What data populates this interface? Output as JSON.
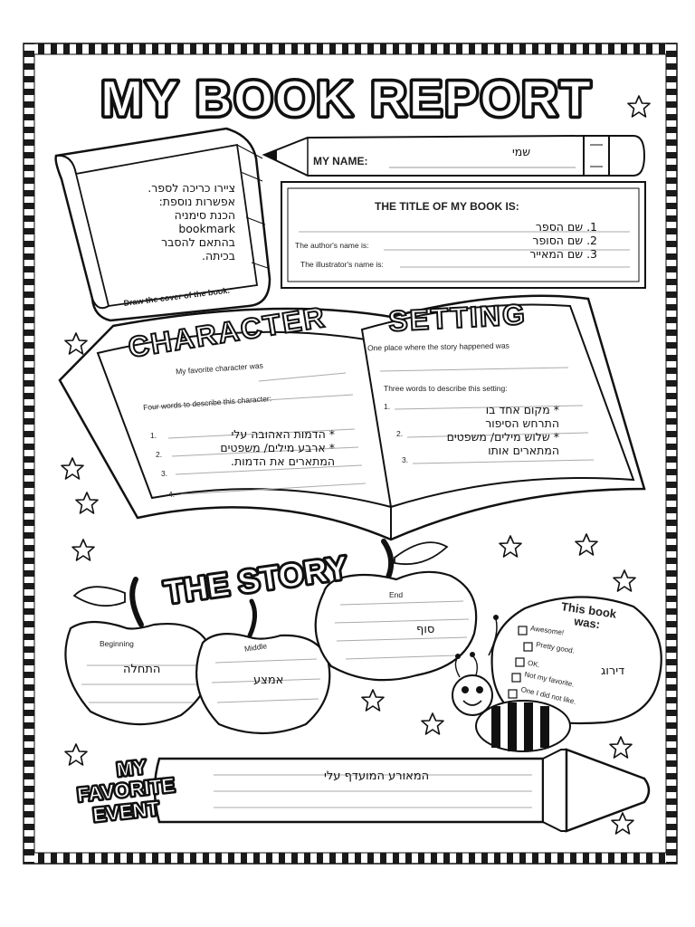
{
  "title": "MY BOOK REPORT",
  "name_section": {
    "label": "MY NAME:",
    "value": "שמי"
  },
  "cover": {
    "caption": "Draw the cover of the book.",
    "note_lines": [
      "ציירו כריכה לספר.",
      "אפשרות נוספת:",
      "הכנת סימניה",
      "bookmark",
      "בהתאם להסבר",
      "בכיתה."
    ]
  },
  "title_box": {
    "heading": "THE TITLE OF MY BOOK IS:",
    "author_label": "The author's name is:",
    "illustrator_label": "The illustrator's name is:",
    "answers": [
      "1.  שם הספר",
      "2.  שם הסופר",
      "3.  שם המאייר"
    ]
  },
  "character": {
    "heading": "CHARACTER",
    "fav_label": "My favorite character was",
    "words_label": "Four words to describe this character:",
    "numbers": [
      "1.",
      "2.",
      "3.",
      "4."
    ],
    "answer_lines": [
      "* הדמות האהובה עלי",
      "* ארבע מילים/ משפטים",
      "המתארים את הדמות."
    ]
  },
  "setting": {
    "heading": "SETTING",
    "place_label": "One place where the story happened was",
    "words_label": "Three words to describe this setting:",
    "numbers": [
      "1.",
      "2.",
      "3."
    ],
    "answer_lines": [
      "* מקום אחד בו",
      "התרחש הסיפור",
      "* שלוש מילים/ משפטים",
      "המתארים אותו"
    ]
  },
  "story": {
    "heading": "THE STORY",
    "beginning_label": "Beginning",
    "middle_label": "Middle",
    "end_label": "End",
    "beginning_value": "התחלה",
    "middle_value": "אמצע",
    "end_value": "סוף"
  },
  "rating": {
    "heading_line1": "This book",
    "heading_line2": "was:",
    "options": [
      "Awesome!",
      "Pretty good.",
      "OK.",
      "Not my favorite.",
      "One I did not like."
    ],
    "value": "דירוג"
  },
  "favorite_event": {
    "heading_line1": "MY",
    "heading_line2": "FAVORITE",
    "heading_line3": "EVENT",
    "value": "המאורע המועדף עלי"
  }
}
